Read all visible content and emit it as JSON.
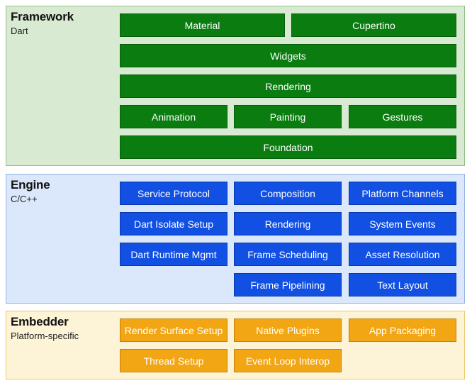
{
  "framework": {
    "title": "Framework",
    "subtitle": "Dart",
    "boxes": [
      "Material",
      "Cupertino",
      "Widgets",
      "Rendering",
      "Animation",
      "Painting",
      "Gestures",
      "Foundation"
    ]
  },
  "engine": {
    "title": "Engine",
    "subtitle": "C/C++",
    "boxes": [
      "Service Protocol",
      "Composition",
      "Platform Channels",
      "Dart Isolate Setup",
      "Rendering",
      "System Events",
      "Dart Runtime Mgmt",
      "Frame Scheduling",
      "Asset Resolution",
      "Frame Pipelining",
      "Text Layout"
    ]
  },
  "embedder": {
    "title": "Embedder",
    "subtitle": "Platform-specific",
    "boxes": [
      "Render Surface Setup",
      "Native Plugins",
      "App Packaging",
      "Thread Setup",
      "Event Loop Interop"
    ]
  },
  "colors": {
    "framework_bg": "#d9ead3",
    "framework_box": "#0b7d10",
    "engine_bg": "#dbe8fb",
    "engine_box": "#1150e3",
    "embedder_bg": "#fdf3d6",
    "embedder_box": "#f2a614"
  }
}
